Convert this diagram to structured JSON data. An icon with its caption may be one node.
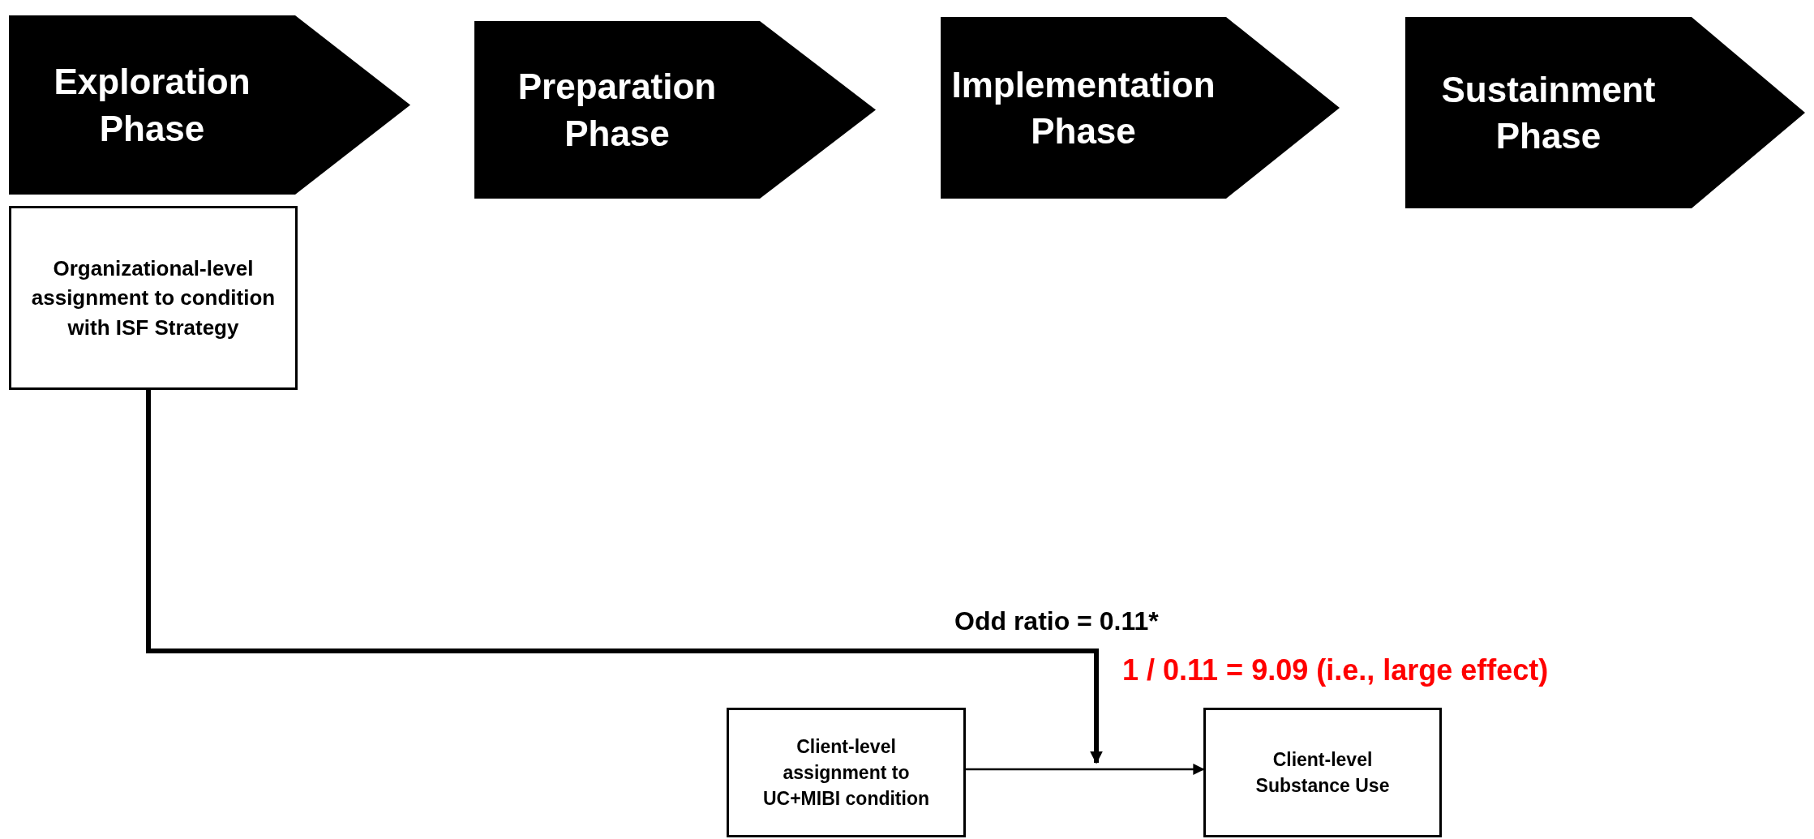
{
  "diagram": {
    "nodes": [
      {
        "text": [
          "Exploration Phase"
        ]
      },
      {
        "text": [
          "Preparation Phase"
        ]
      },
      {
        "text": [
          "Implementation Phase"
        ]
      },
      {
        "text": [
          "Sustainment Phase"
        ]
      },
      {
        "text": [
          "Organizational-level assignment to condition with ISF Strategy"
        ]
      },
      {
        "text": [
          "Client-level assignment to UC+MIBI condition"
        ]
      },
      {
        "text": [
          "Client-level Substance Use"
        ]
      }
    ],
    "edges": [
      {
        "from": 4,
        "to": null,
        "arrow": "to",
        "style": "thick",
        "label": "Odd ratio = 0.11*"
      },
      {
        "from": 5,
        "to": 6,
        "arrow": "to"
      }
    ],
    "labels": [
      "1 / 0.11 = 9.09 (i.e., large effect)"
    ]
  }
}
